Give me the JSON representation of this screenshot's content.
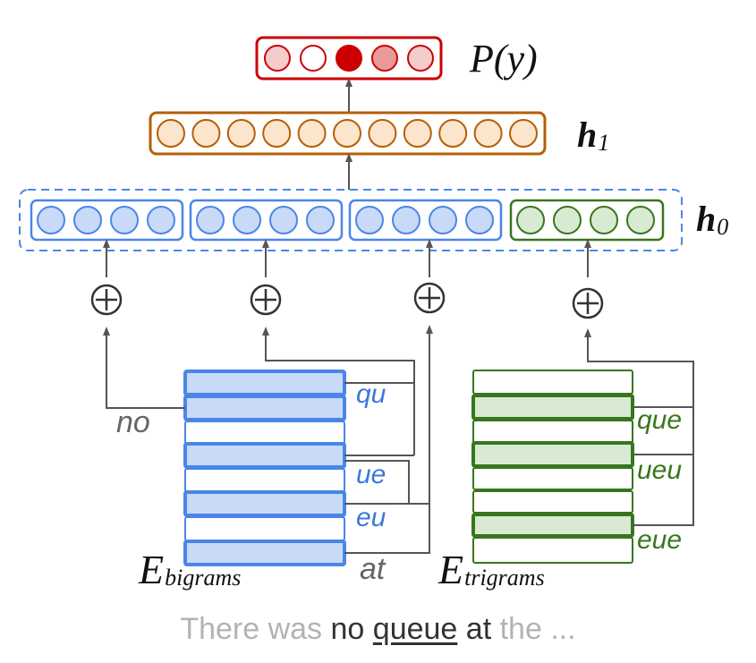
{
  "labels": {
    "output": "P(y)",
    "h1_main": "h",
    "h1_sub": "1",
    "h0_main": "h",
    "h0_sub": "0",
    "e_bigrams_main": "E",
    "e_bigrams_sub": "bigrams",
    "e_trigrams_main": "E",
    "e_trigrams_sub": "trigrams"
  },
  "ngrams": {
    "no": "no",
    "qu": "qu",
    "ue": "ue",
    "eu": "eu",
    "at": "at",
    "que": "que",
    "ueu": "ueu",
    "eue": "eue"
  },
  "plus_symbol": "⊕",
  "caption": {
    "before": "There was ",
    "w1": "no",
    "sp1": " ",
    "w2": "queue",
    "sp2": " ",
    "w3": "at",
    "after": " the ..."
  },
  "colors": {
    "output": "#cc0000",
    "h1": "#b45f06",
    "h0_blue": "#4a86e8",
    "h0_green": "#38761d",
    "arrow": "#555555",
    "ngram_blue": "#3c78d8",
    "ngram_gray": "#666666",
    "ngram_green": "#38761d"
  }
}
